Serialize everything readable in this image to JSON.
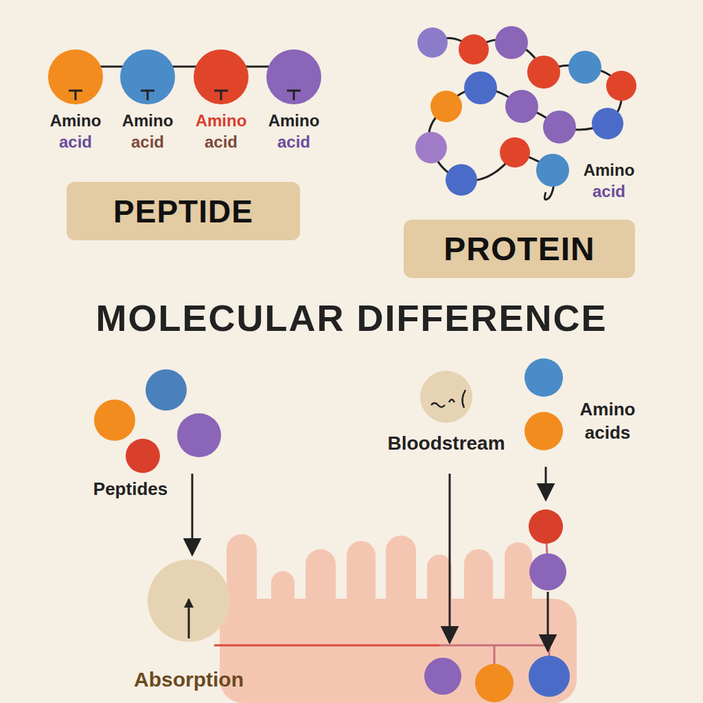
{
  "diagram": {
    "title": "MOLECULAR DIFFERENCE",
    "nodes": [
      {
        "text": [
          "PEPTIDE"
        ]
      },
      {
        "text": [
          "PROTEIN"
        ]
      },
      {
        "text": [
          "Absorption"
        ]
      },
      {
        "text": [
          "Bloodstream"
        ]
      }
    ],
    "labels": [
      "Amino acid",
      "Amino acid",
      "Amino acid",
      "Amino acid",
      "Amino acid",
      "Peptides",
      "Amino acids"
    ]
  }
}
